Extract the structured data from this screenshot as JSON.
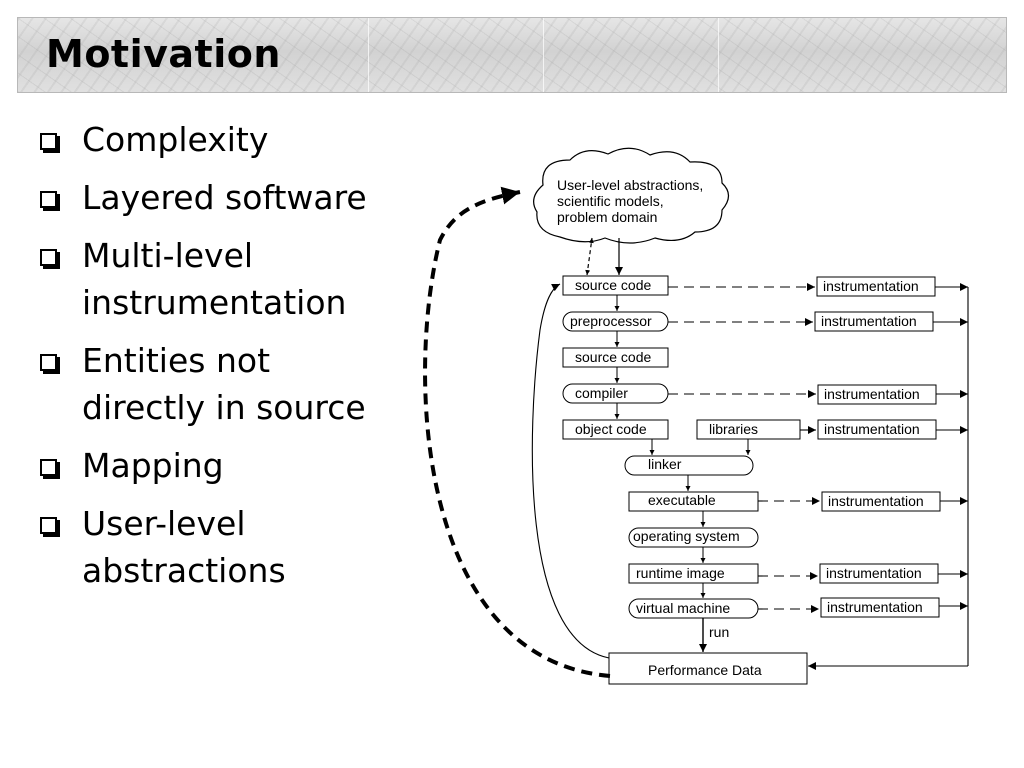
{
  "slide": {
    "title": "Motivation"
  },
  "bullets": [
    {
      "lines": [
        "Complexity"
      ]
    },
    {
      "lines": [
        "Layered software"
      ]
    },
    {
      "lines": [
        "Multi-level",
        "instrumentation"
      ]
    },
    {
      "lines": [
        "Entities not",
        "directly in source"
      ]
    },
    {
      "lines": [
        "Mapping"
      ]
    },
    {
      "lines": [
        "User-level",
        "abstractions"
      ]
    }
  ],
  "diagram": {
    "cloud_lines": [
      "User-level abstractions,",
      "scientific models,",
      "problem domain"
    ],
    "stages": {
      "source_code_1": "source code",
      "preprocessor": "preprocessor",
      "source_code_2": "source code",
      "compiler": "compiler",
      "object_code": "object code",
      "libraries": "libraries",
      "linker": "linker",
      "executable": "executable",
      "operating_system": "operating system",
      "runtime_image": "runtime image",
      "virtual_machine": "virtual machine",
      "performance_data": "Performance Data"
    },
    "run_label": "run",
    "instrumentation_label": "instrumentation"
  }
}
